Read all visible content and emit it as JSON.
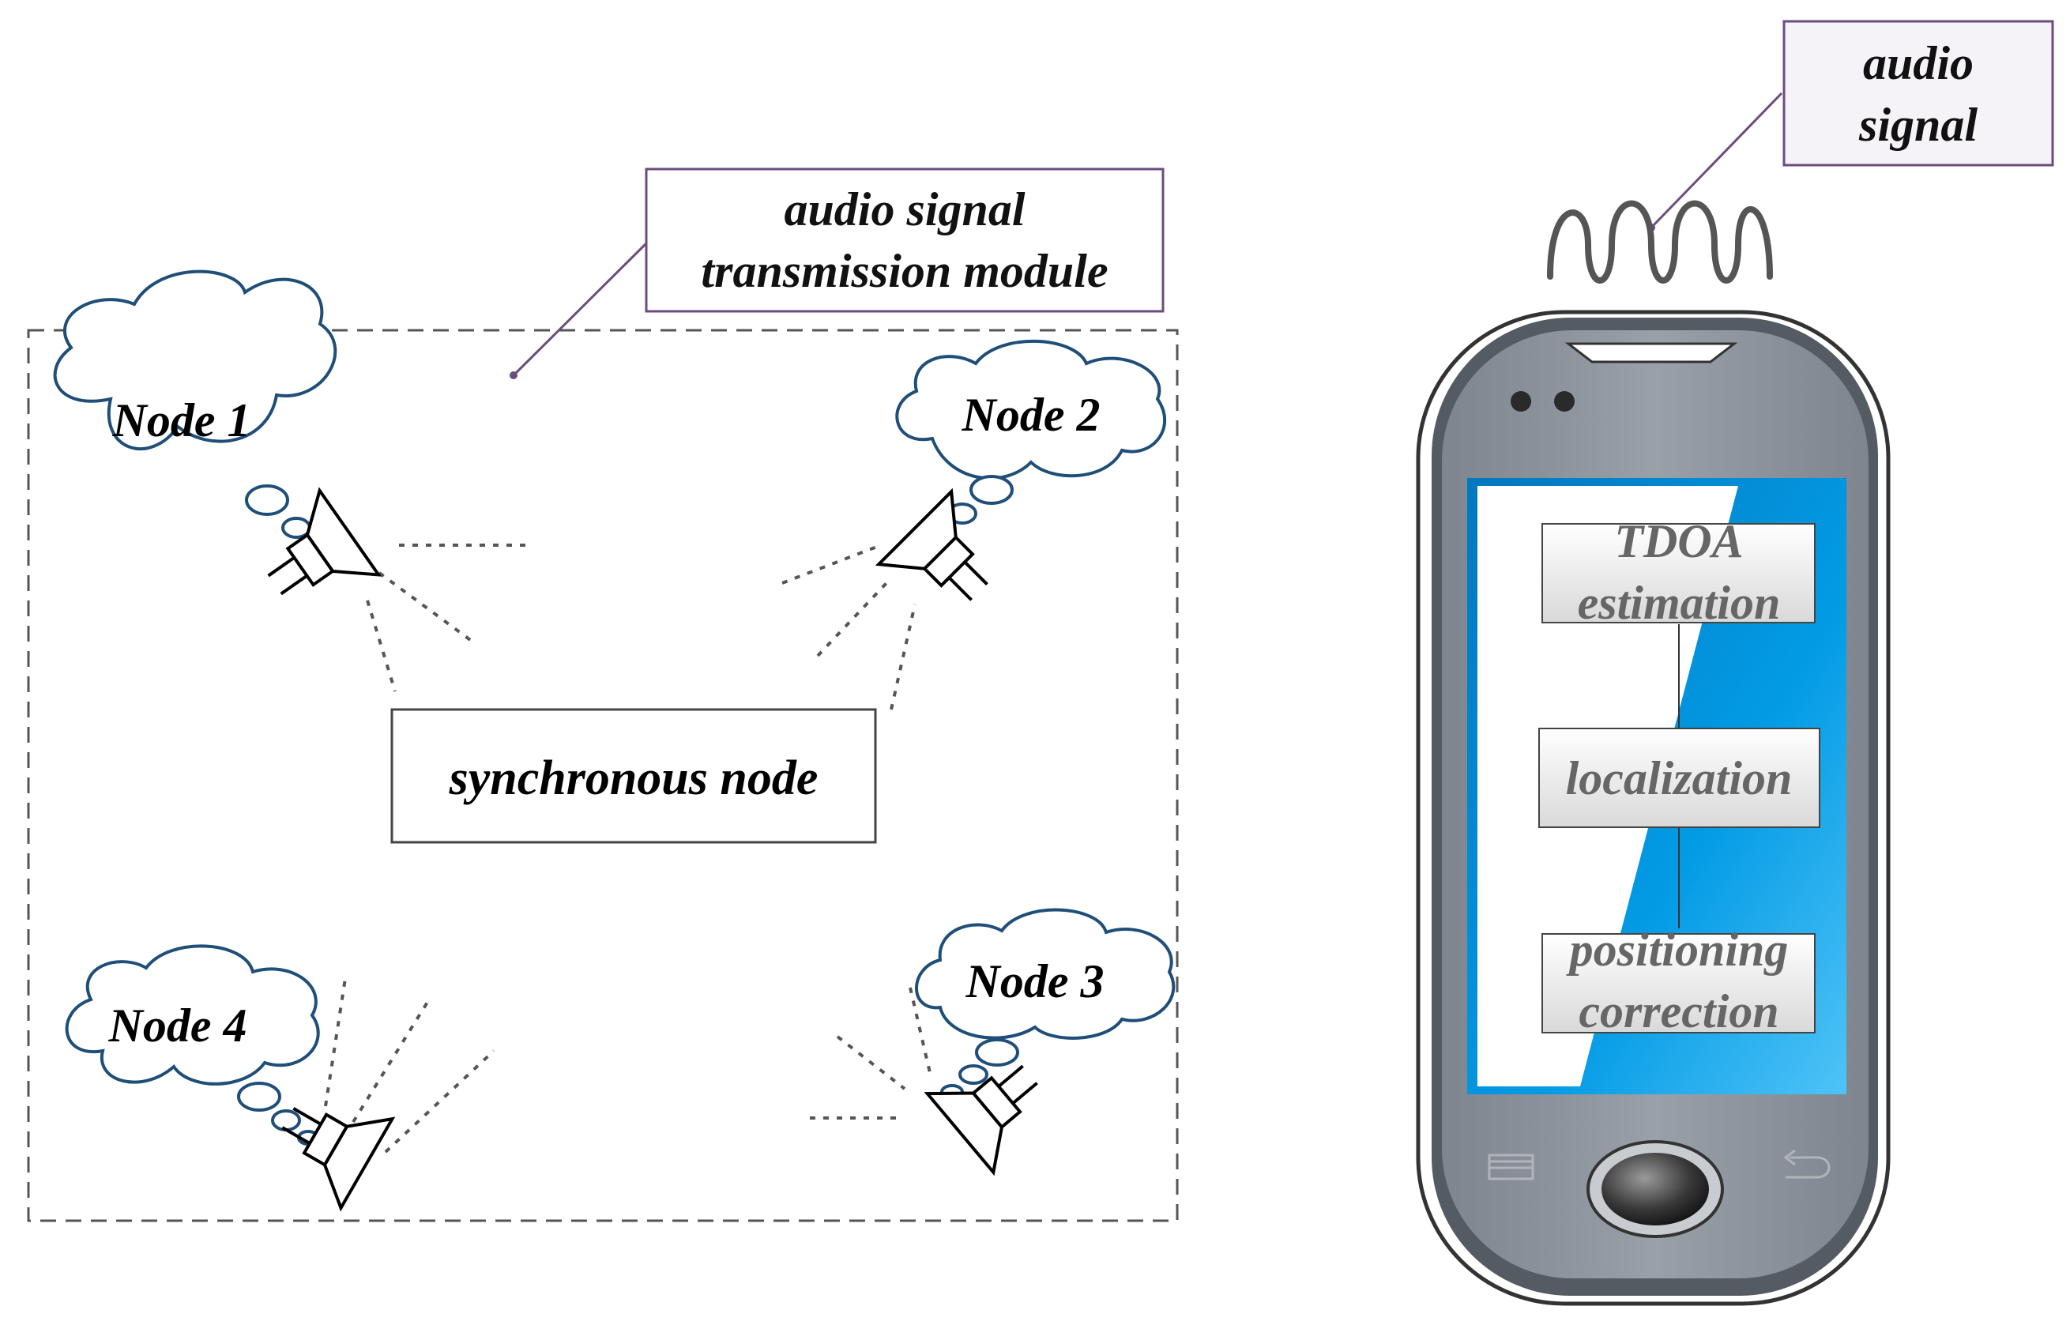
{
  "callouts": {
    "module_line1": "audio signal",
    "module_line2": "transmission module",
    "signal_line1": "audio",
    "signal_line2": "signal"
  },
  "nodes": {
    "node1": "Node 1",
    "node2": "Node 2",
    "node3": "Node 3",
    "node4": "Node 4",
    "sync": "synchronous node"
  },
  "phone": {
    "step1_line1": "TDOA",
    "step1_line2": "estimation",
    "step2": "localization",
    "step3_line1": "positioning",
    "step3_line2": "correction"
  },
  "colors": {
    "cloud_stroke": "#1f4e79",
    "callout_border": "#6b4c7f",
    "screen_blue": "#0288d1",
    "phone_body": "#8a9099",
    "phone_frame": "#555b63"
  }
}
